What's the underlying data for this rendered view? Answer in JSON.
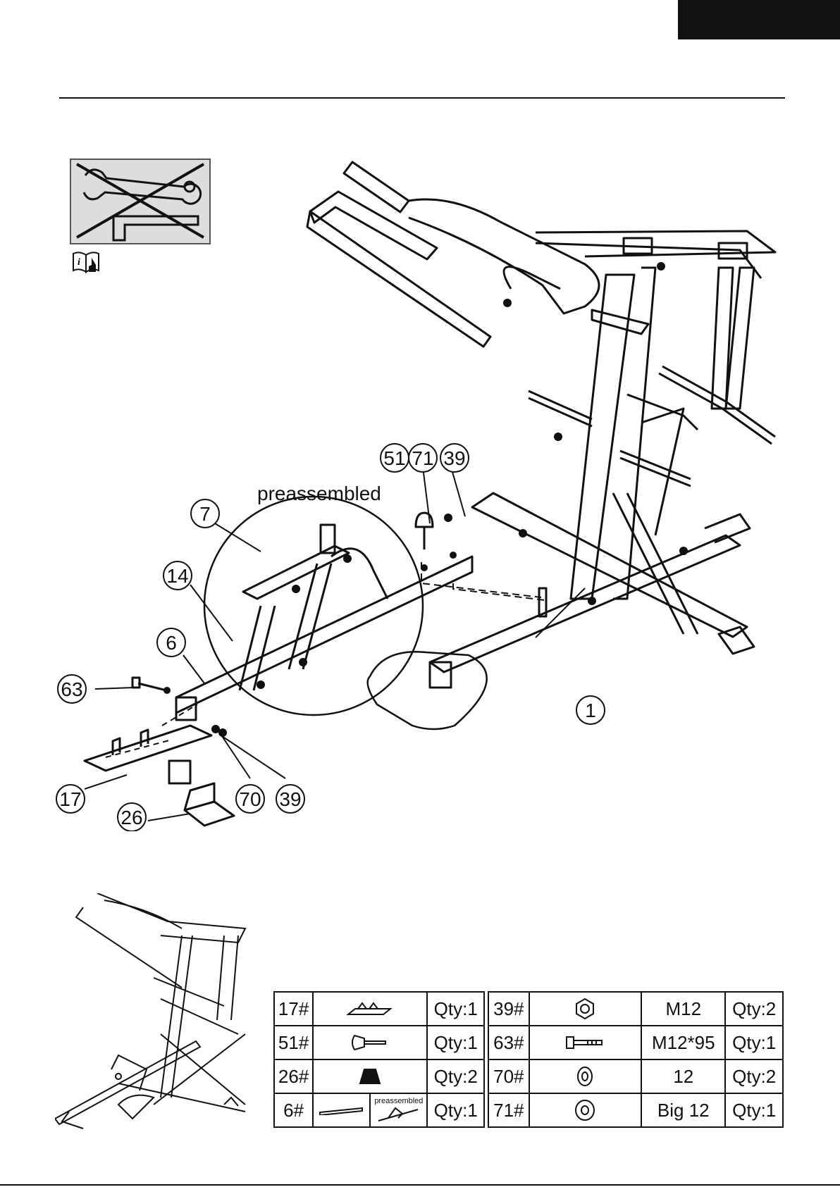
{
  "diagram": {
    "title": "",
    "preassembled_label": "preassembled",
    "callouts": [
      "51",
      "71",
      "39",
      "7",
      "14",
      "6",
      "63",
      "1",
      "17",
      "70",
      "39",
      "26"
    ]
  },
  "parts_table": {
    "left": [
      {
        "id": "17#",
        "icon": "cross-bar-icon",
        "qty": "Qty:1"
      },
      {
        "id": "51#",
        "icon": "knob-pin-icon",
        "qty": "Qty:1"
      },
      {
        "id": "26#",
        "icon": "foot-cap-icon",
        "qty": "Qty:2"
      },
      {
        "id": "6#",
        "icon": "tube-icon",
        "note": "preassembled",
        "qty": "Qty:1"
      }
    ],
    "right": [
      {
        "id": "39#",
        "icon": "nut-icon",
        "spec": "M12",
        "qty": "Qty:2"
      },
      {
        "id": "63#",
        "icon": "bolt-icon",
        "spec": "M12*95",
        "qty": "Qty:1"
      },
      {
        "id": "70#",
        "icon": "washer-icon",
        "spec": "12",
        "qty": "Qty:2"
      },
      {
        "id": "71#",
        "icon": "big-washer-icon",
        "spec": "Big 12",
        "qty": "Qty:1"
      }
    ]
  },
  "colors": {
    "ink": "#111111",
    "panel": "#dddddd"
  }
}
